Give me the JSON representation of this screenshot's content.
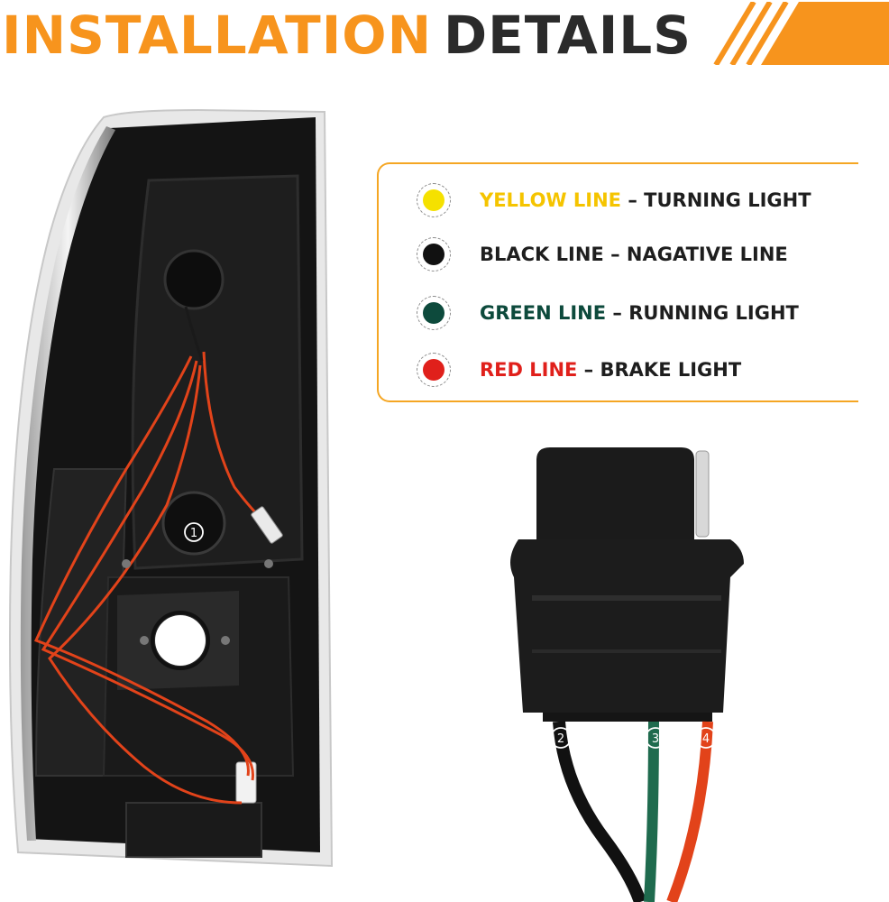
{
  "header": {
    "title_part1": "INSTALLATION",
    "title_part2": "DETAILS",
    "accent_color": "#f7941d",
    "dark_color": "#2b2b2b"
  },
  "legend": {
    "items": [
      {
        "color_name": "YELLOW LINE",
        "separator": " – ",
        "function": "TURNING LIGHT",
        "dot_color": "#f5e100",
        "label_color": "#f5c400"
      },
      {
        "color_name": "BLACK LINE",
        "separator": " – ",
        "function": "NAGATIVE LINE",
        "dot_color": "#111111",
        "label_color": "#1e1e1e"
      },
      {
        "color_name": "GREEN LINE",
        "separator": " – ",
        "function": "RUNNING LIGHT",
        "dot_color": "#0d4a3c",
        "label_color": "#0d4a3c"
      },
      {
        "color_name": "RED LINE",
        "separator": " – ",
        "function": "BRAKE LIGHT",
        "dot_color": "#e0201b",
        "label_color": "#e0201b"
      }
    ]
  },
  "lamp": {
    "pin_label": "1"
  },
  "connector": {
    "wires": [
      {
        "label": "2",
        "color": "#111111"
      },
      {
        "label": "3",
        "color": "#1f6b4e"
      },
      {
        "label": "4",
        "color": "#e2431a"
      }
    ]
  }
}
